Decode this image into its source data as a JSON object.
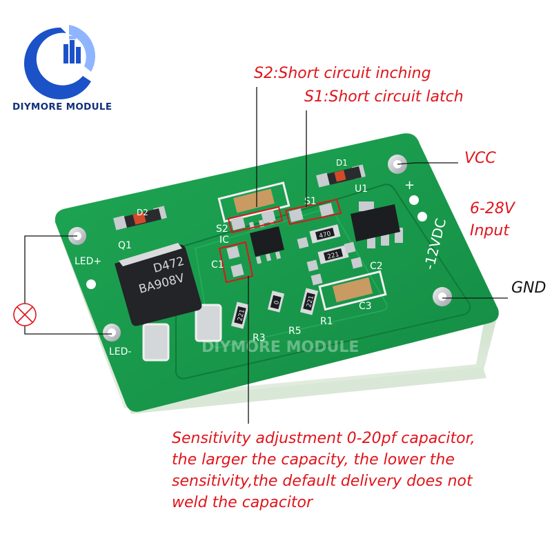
{
  "brand": {
    "name": "DIYMORE MODULE",
    "watermark": "DIYMORE MODULE",
    "colors": {
      "blue": "#1b52c8",
      "dark_blue": "#12307a",
      "light_blue": "#8fb5ff"
    }
  },
  "annotations": {
    "s2": "S2:Short circuit inching",
    "s1": "S1:Short circuit latch",
    "vcc": "VCC",
    "input_range": "6-28V",
    "input_label": "Input",
    "gnd": "GND",
    "sensitivity": [
      "Sensitivity adjustment 0-20pf capacitor,",
      "the larger the capacity, the lower the",
      "sensitivity,the default delivery does not",
      "weld the capacitor"
    ]
  },
  "board": {
    "silkscreen": {
      "led_plus": "LED+",
      "led_minus": "LED-",
      "q1": "Q1",
      "d2": "D2",
      "d1": "D1",
      "u1": "U1",
      "plus": "+",
      "s2": "S2",
      "s1": "S1",
      "ic": "IC",
      "c1": "C1",
      "c2": "C2",
      "c3": "C3",
      "r1": "R1",
      "r3": "R3",
      "r5": "R5",
      "voltage": "-12VDC"
    },
    "chips": {
      "mosfet_line1": "D472",
      "mosfet_line2": "BA908V"
    },
    "resistor_codes": [
      "470",
      "221",
      "0",
      "221",
      "221"
    ],
    "colors": {
      "pcb": "#1a9a4c",
      "pcb_dark": "#0f7a38",
      "pad": "#c9ccd0",
      "annotation": "#e0141b"
    }
  },
  "icons": [
    "diymore-logo-icon",
    "lamp-icon"
  ]
}
